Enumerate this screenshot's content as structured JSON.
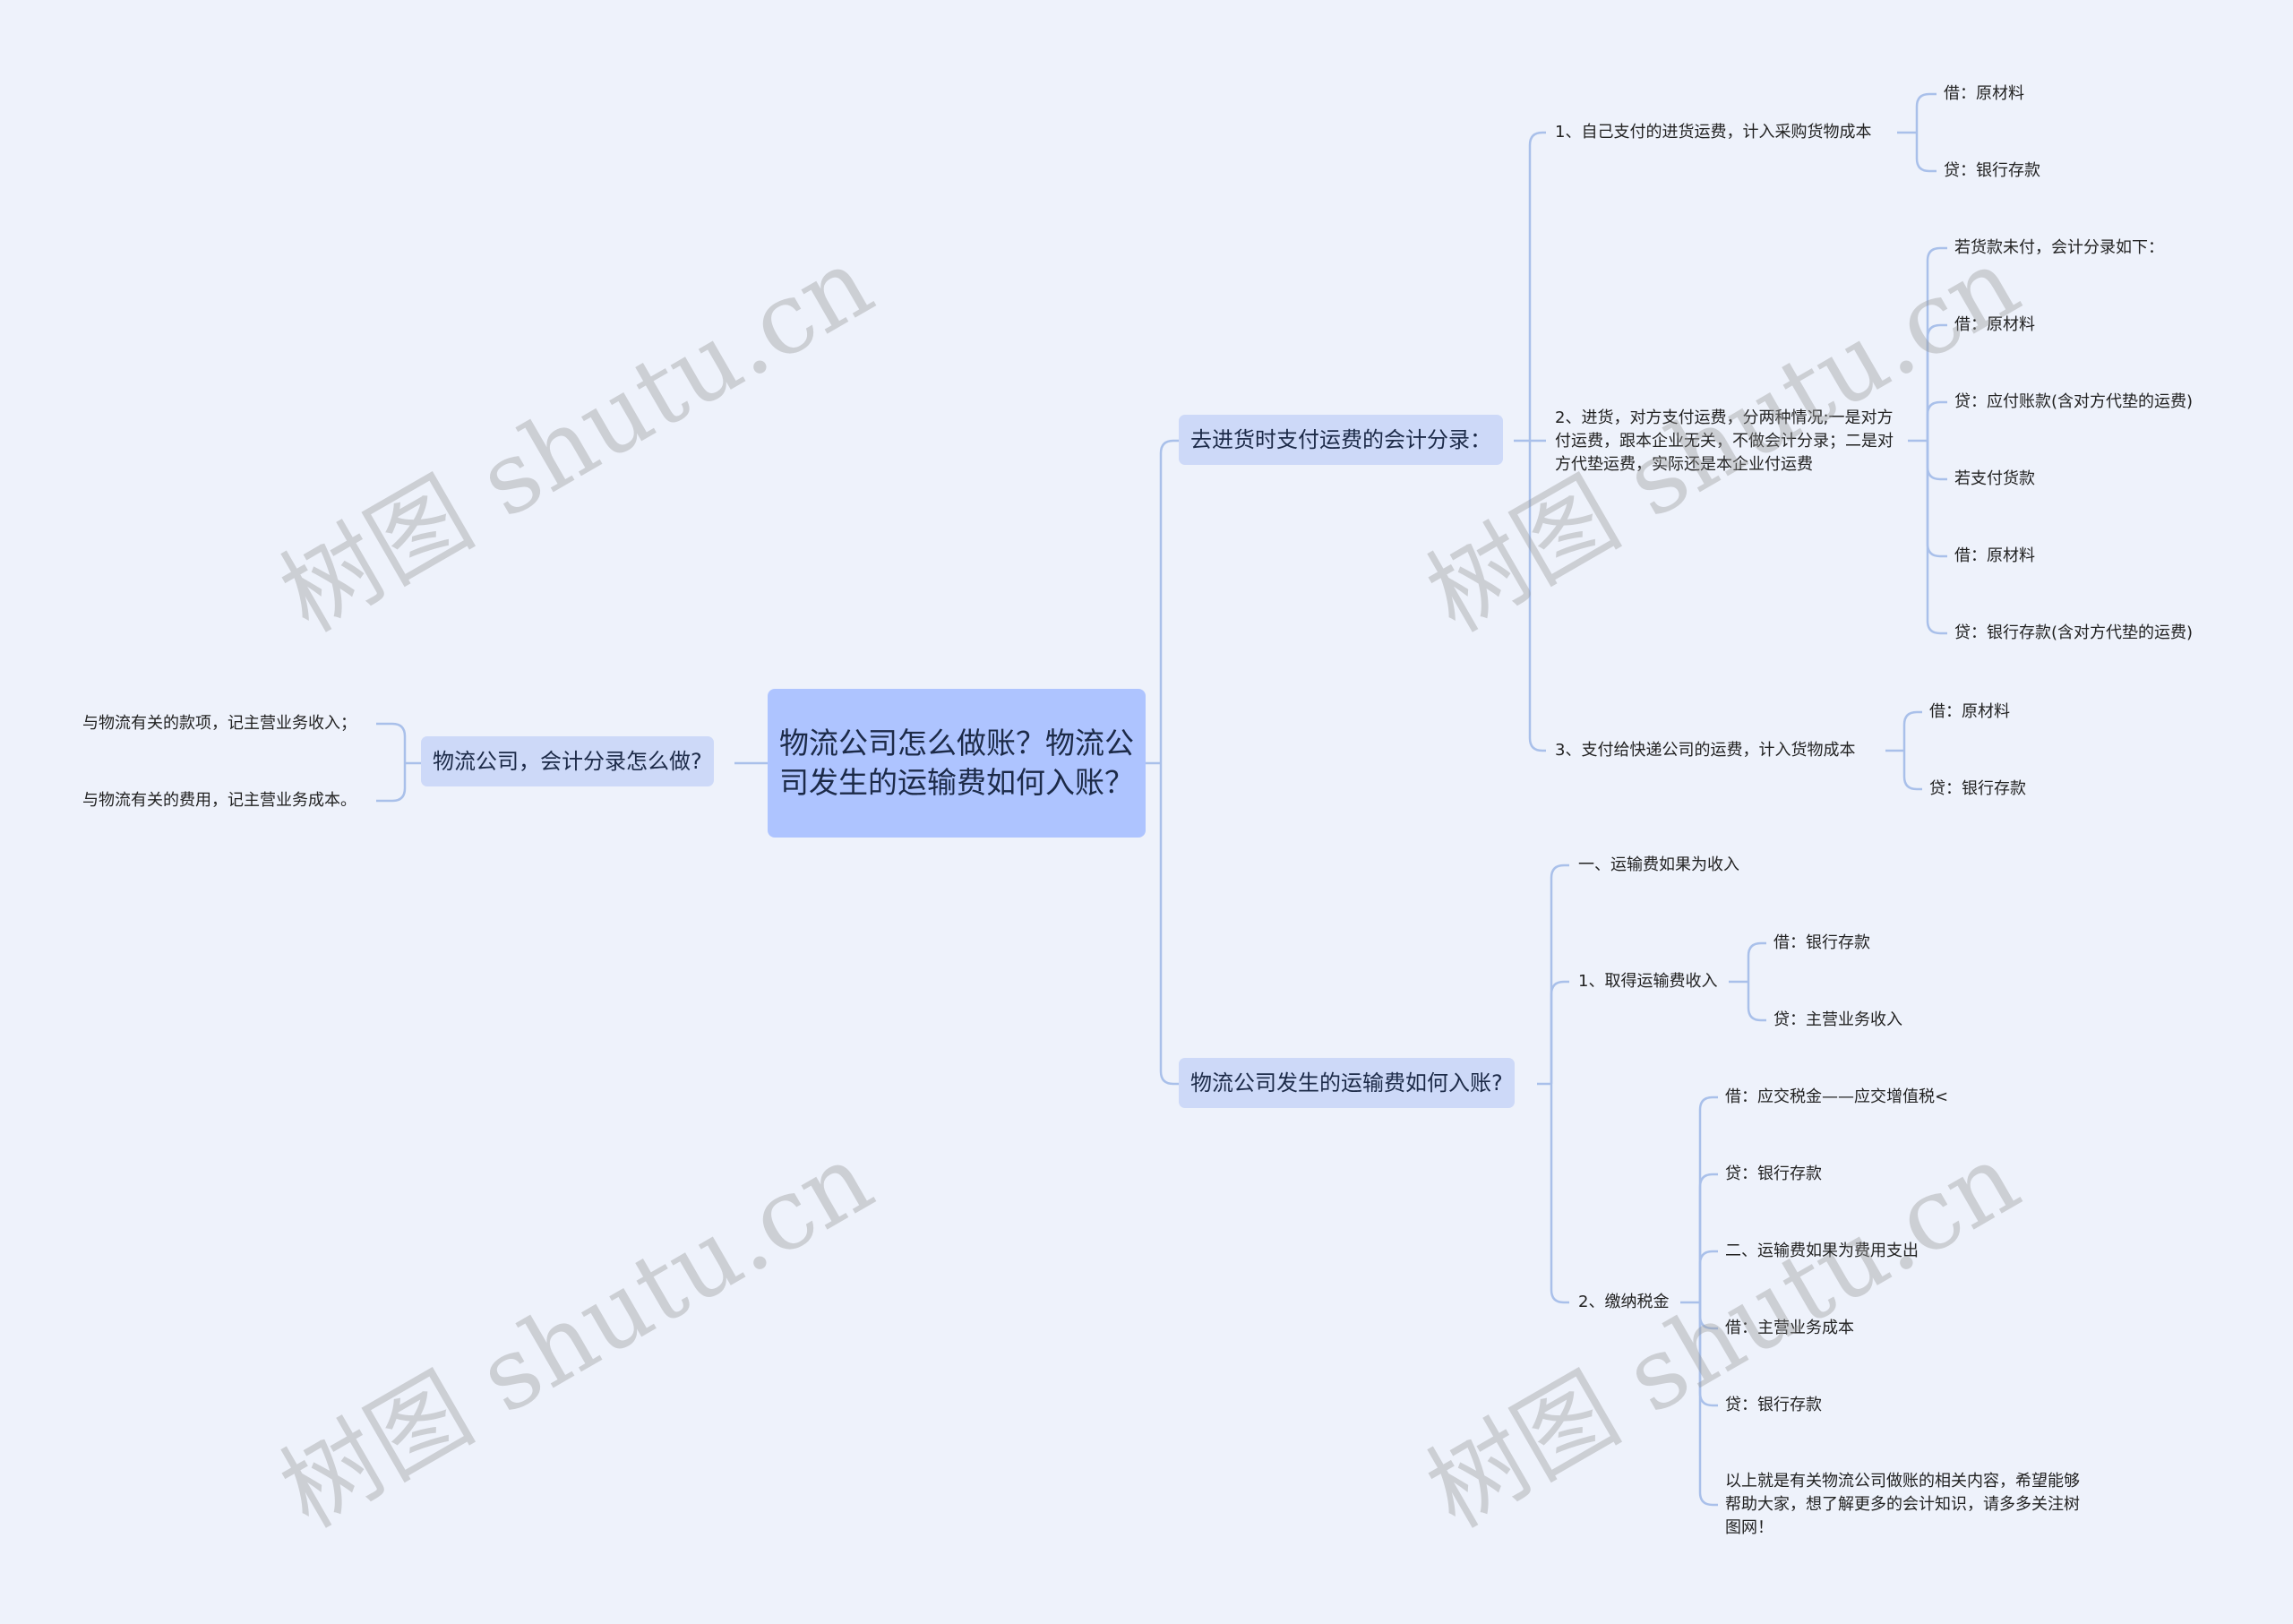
{
  "root": {
    "text": "物流公司怎么做账？物流公司发生的运输费如何入账？"
  },
  "left": {
    "label": "物流公司，会计分录怎么做?",
    "items": [
      "与物流有关的款项，记主营业务收入；",
      "与物流有关的费用，记主营业务成本。"
    ]
  },
  "branch_a": {
    "label": "去进货时支付运费的会计分录：",
    "sub1": {
      "label": "1、自己支付的进货运费，计入采购货物成本",
      "items": [
        "借：原材料",
        "贷：银行存款"
      ]
    },
    "sub2": {
      "label": "2、进货，对方支付运费，分两种情况;一是对方付运费，跟本企业无关，不做会计分录；二是对方代垫运费，实际还是本企业付运费",
      "items": [
        "若货款未付，会计分录如下：",
        "借：原材料",
        "贷：应付账款(含对方代垫的运费)",
        "若支付货款",
        "借：原材料",
        "贷：银行存款(含对方代垫的运费)"
      ]
    },
    "sub3": {
      "label": "3、支付给快递公司的运费，计入货物成本",
      "items": [
        "借：原材料",
        "贷：银行存款"
      ]
    }
  },
  "branch_b": {
    "label": "物流公司发生的运输费如何入账?",
    "sub0": {
      "label": "一、运输费如果为收入"
    },
    "sub1": {
      "label": "1、取得运输费收入",
      "items": [
        "借：银行存款",
        "贷：主营业务收入"
      ]
    },
    "sub2": {
      "label": "2、缴纳税金",
      "items": [
        "借：应交税金——应交增值税<",
        "贷：银行存款",
        "二、运输费如果为费用支出",
        "借：主营业务成本",
        "贷：银行存款",
        "以上就是有关物流公司做账的相关内容，希望能够帮助大家，想了解更多的会计知识，请多多关注树图网！"
      ]
    }
  },
  "watermark": "树图 shutu.cn",
  "colors": {
    "background": "#eef2fb",
    "root": "#aec4ff",
    "branch": "#cdd9f8",
    "line": "#a9c0ea"
  }
}
